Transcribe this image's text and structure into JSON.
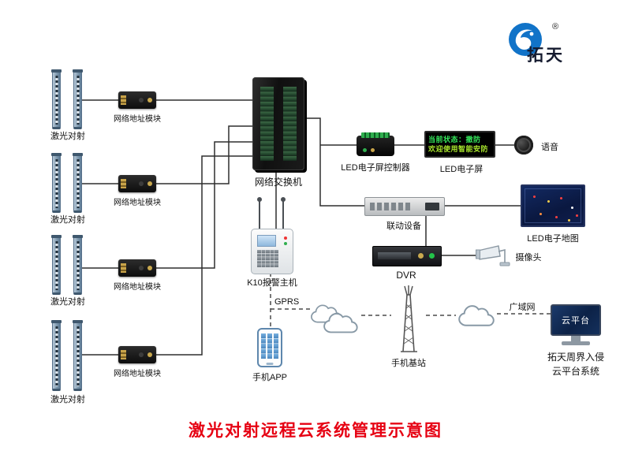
{
  "brand": {
    "name": "拓天",
    "reg": "®"
  },
  "title": "激光对射远程云系统管理示意图",
  "labels": {
    "lasers": [
      "激光对射",
      "激光对射",
      "激光对射",
      "激光对射"
    ],
    "modules": [
      "网络地址模块",
      "网络地址模块",
      "网络地址模块",
      "网络地址模块"
    ],
    "switch": "网络交换机",
    "led_controller": "LED电子屏控制器",
    "led_screen": "LED电子屏",
    "voice": "语音",
    "linkage": "联动设备",
    "led_map": "LED电子地图",
    "dvr": "DVR",
    "camera": "摄像头",
    "k10": "K10报警主机",
    "gprs": "GPRS",
    "phone_app": "手机APP",
    "base_station": "手机基站",
    "wan": "广域网",
    "cloud_platform": "云平台",
    "platform_caption_line1": "拓天周界入侵",
    "platform_caption_line2": "云平台系统"
  },
  "led_screen_text": {
    "line1": "当前状态：撤防",
    "line2": "欢迎使用智能安防"
  },
  "colors": {
    "title_red": "#e60012",
    "led_text_green": "#35e85c",
    "led_text_yellow_green": "#a7e42c",
    "logo_blue": "#1173c8",
    "map_navy": "#0a1840"
  }
}
